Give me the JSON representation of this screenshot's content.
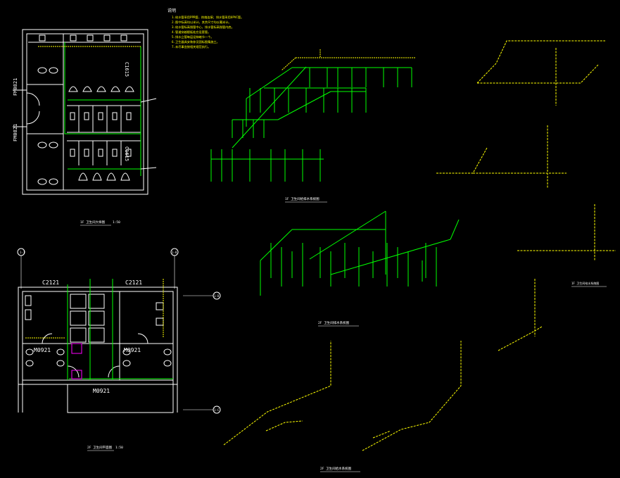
{
  "notes": {
    "heading": "说明",
    "lines": [
      "1.给水管采用PPR管，热熔连接；排水管采用UPVC管。",
      "2.图中标高均以米计，其余尺寸均以毫米计。",
      "3.给水管标高指管中心，排水管标高指管内底。",
      "4.管道穿越楼板处应设套管。",
      "5.排水立管每层设伸缩节一个。",
      "6.卫生器具安装参见国标图集施工。",
      "7.未尽事宜按相关规范执行。"
    ]
  },
  "plan1": {
    "door_labels": [
      "FM0821",
      "FM0821"
    ],
    "window_labels": [
      "C1615",
      "C1615"
    ],
    "title": "1F 卫生间大样图",
    "scale": "1:50"
  },
  "plan2": {
    "window_labels": [
      "C2121",
      "C2121"
    ],
    "door_labels": [
      "M0921",
      "M0921",
      "M0921"
    ],
    "axis_labels": [
      "1-1",
      "1-8",
      "1-D",
      "1-C"
    ],
    "title": "2F 卫生间平面图",
    "scale": "1:50"
  },
  "iso_titles": [
    "1F 卫生间给排水系统图",
    "1F 卫生间给水系统图",
    "2F 卫生间排水系统图",
    "2F 卫生间给水系统图"
  ],
  "colors": {
    "background": "#000000",
    "wall": "#ffffff",
    "drainage": "#00ff00",
    "supply": "#ffff00",
    "fixture": "#ff00ff",
    "label": "#ffffff"
  }
}
